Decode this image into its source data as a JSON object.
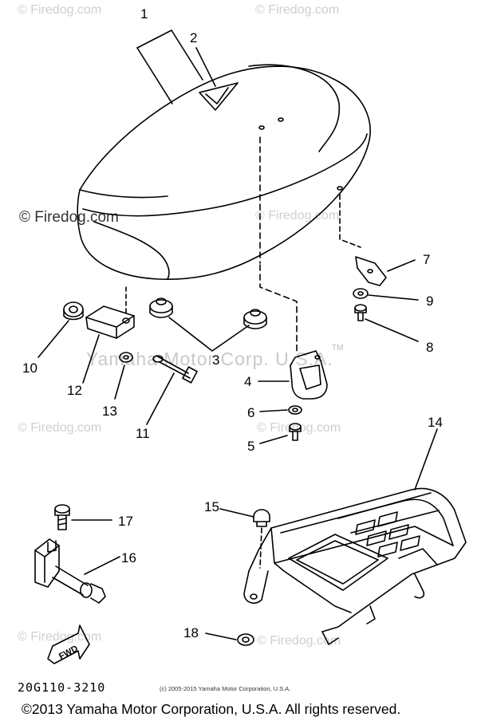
{
  "watermarks": {
    "top_left": "© Firedog.com",
    "top_right": "© Firedog.com",
    "mid_left": "© Firedog.com",
    "mid_right": "© Firedog.com",
    "lower_left": "© Firedog.com",
    "lower_right": "© Firedog.com",
    "bottom_left": "© Firedog.com",
    "bottom_right": "© Firedog.com",
    "center": "Yamaha Motor Corp. U.S.A.",
    "tm": "TM"
  },
  "callouts": [
    "1",
    "2",
    "3",
    "4",
    "5",
    "6",
    "7",
    "8",
    "9",
    "10",
    "11",
    "12",
    "13",
    "14",
    "15",
    "16",
    "17",
    "18"
  ],
  "fwd_label": "FWD",
  "diagram_code": "20G110-3210",
  "small_copyright": "(c) 2005-2015 Yamaha Motor Corporation, U.S.A.",
  "footer": "©2013 Yamaha Motor Corporation, U.S.A. All rights reserved."
}
